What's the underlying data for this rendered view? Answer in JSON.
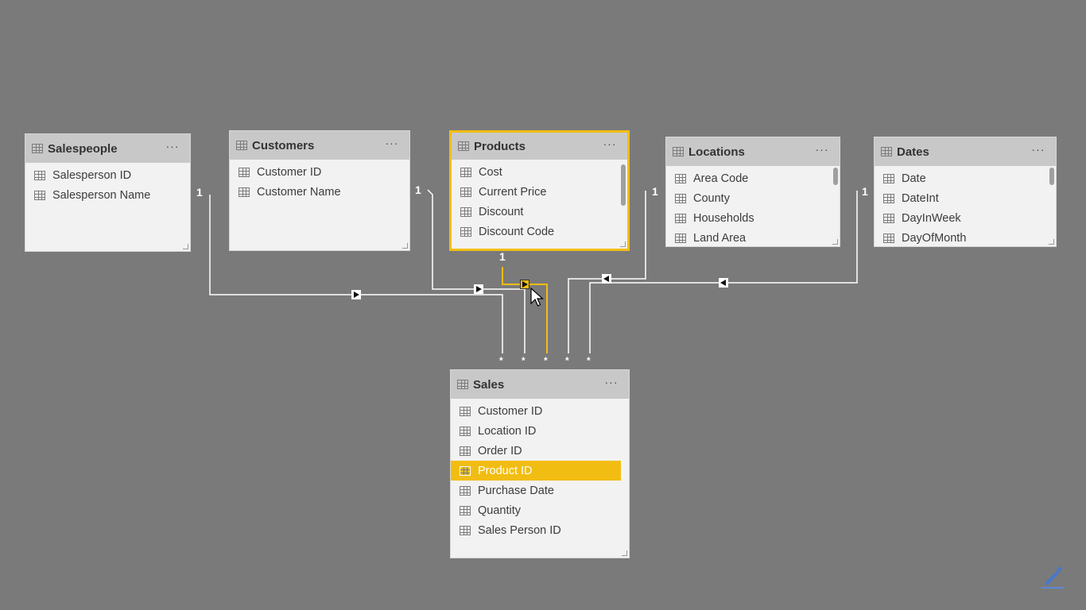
{
  "colors": {
    "canvas": "#7a7a7b",
    "selected_accent": "#f2bd12",
    "link_line": "#ffffff"
  },
  "icons": {
    "table_header": "table-grid-icon",
    "column": "column-grid-icon",
    "more": "ellipsis-icon",
    "arrow": "direction-arrow-icon",
    "cursor": "mouse-pointer-icon",
    "logo": "brand-logo-icon"
  },
  "tables": {
    "salespeople": {
      "title": "Salespeople",
      "more": "···",
      "fields": [
        "Salesperson ID",
        "Salesperson Name"
      ]
    },
    "customers": {
      "title": "Customers",
      "more": "···",
      "fields": [
        "Customer ID",
        "Customer Name"
      ]
    },
    "products": {
      "title": "Products",
      "more": "···",
      "fields": [
        "Cost",
        "Current Price",
        "Discount",
        "Discount Code"
      ]
    },
    "locations": {
      "title": "Locations",
      "more": "···",
      "fields": [
        "Area Code",
        "County",
        "Households",
        "Land Area"
      ]
    },
    "dates": {
      "title": "Dates",
      "more": "···",
      "fields": [
        "Date",
        "DateInt",
        "DayInWeek",
        "DayOfMonth"
      ]
    },
    "sales": {
      "title": "Sales",
      "more": "···",
      "fields": [
        "Customer ID",
        "Location ID",
        "Order ID",
        "Product ID",
        "Purchase Date",
        "Quantity",
        "Sales Person ID"
      ],
      "highlighted_field": "Product ID"
    }
  },
  "relationships": {
    "one_label": "1",
    "many_label": "*"
  }
}
